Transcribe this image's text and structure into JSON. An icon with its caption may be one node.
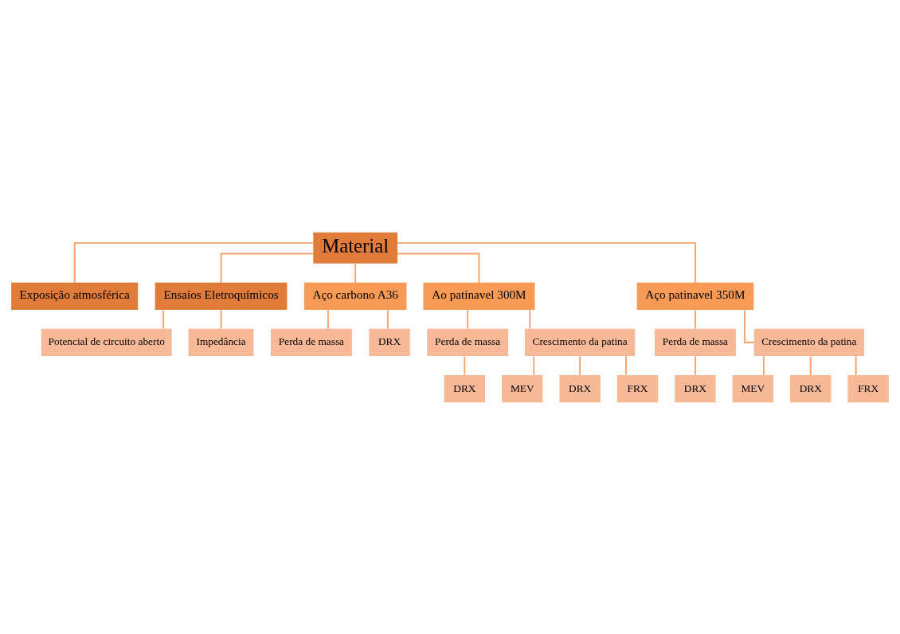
{
  "diagram": {
    "nodes": [
      {
        "text": [
          "Material"
        ]
      },
      {
        "text": [
          "Exposição atmosférica"
        ]
      },
      {
        "text": [
          "Ensaios Eletroquímicos"
        ]
      },
      {
        "text": [
          "Potencial de circuito aberto"
        ]
      },
      {
        "text": [
          "Impedância"
        ]
      },
      {
        "text": [
          "Aço carbono A36"
        ]
      },
      {
        "text": [
          "Ao patinavel 300M"
        ]
      },
      {
        "text": [
          "Aço patinavel 350M"
        ]
      },
      {
        "text": [
          "Perda de massa"
        ]
      },
      {
        "text": [
          "DRX"
        ]
      },
      {
        "text": [
          "Perda de massa"
        ]
      },
      {
        "text": [
          "Crescimento da patina"
        ]
      },
      {
        "text": [
          "DRX"
        ]
      },
      {
        "text": [
          "MEV"
        ]
      },
      {
        "text": [
          "DRX"
        ]
      },
      {
        "text": [
          "FRX"
        ]
      },
      {
        "text": [
          "Perda de massa"
        ]
      },
      {
        "text": [
          "Crescimento da patina"
        ]
      },
      {
        "text": [
          "DRX"
        ]
      },
      {
        "text": [
          "MEV"
        ]
      },
      {
        "text": [
          "DRX"
        ]
      },
      {
        "text": [
          "FRX"
        ]
      }
    ],
    "edges": [
      {
        "from": 0,
        "to": 1,
        "arrow": "none"
      },
      {
        "from": 0,
        "to": 2,
        "arrow": "none"
      },
      {
        "from": 2,
        "to": 3,
        "arrow": "none"
      },
      {
        "from": 2,
        "to": 4,
        "arrow": "none"
      },
      {
        "from": 0,
        "to": 5,
        "arrow": "none"
      },
      {
        "from": 0,
        "to": 6,
        "arrow": "none"
      },
      {
        "from": 0,
        "to": 7,
        "arrow": "none"
      },
      {
        "from": 5,
        "to": 8,
        "arrow": "none"
      },
      {
        "from": 5,
        "to": 9,
        "arrow": "none"
      },
      {
        "from": 6,
        "to": 10,
        "arrow": "none"
      },
      {
        "from": 6,
        "to": 11,
        "arrow": "none"
      },
      {
        "from": 10,
        "to": 12,
        "arrow": "none"
      },
      {
        "from": 11,
        "to": 13,
        "arrow": "none"
      },
      {
        "from": 11,
        "to": 14,
        "arrow": "none"
      },
      {
        "from": 11,
        "to": 15,
        "arrow": "none"
      },
      {
        "from": 7,
        "to": 16,
        "arrow": "none"
      },
      {
        "from": 7,
        "to": 17,
        "arrow": "none"
      },
      {
        "from": 16,
        "to": 18,
        "arrow": "none"
      },
      {
        "from": 17,
        "to": 19,
        "arrow": "none"
      },
      {
        "from": 17,
        "to": 20,
        "arrow": "none"
      },
      {
        "from": 17,
        "to": 21,
        "arrow": "none"
      }
    ]
  }
}
